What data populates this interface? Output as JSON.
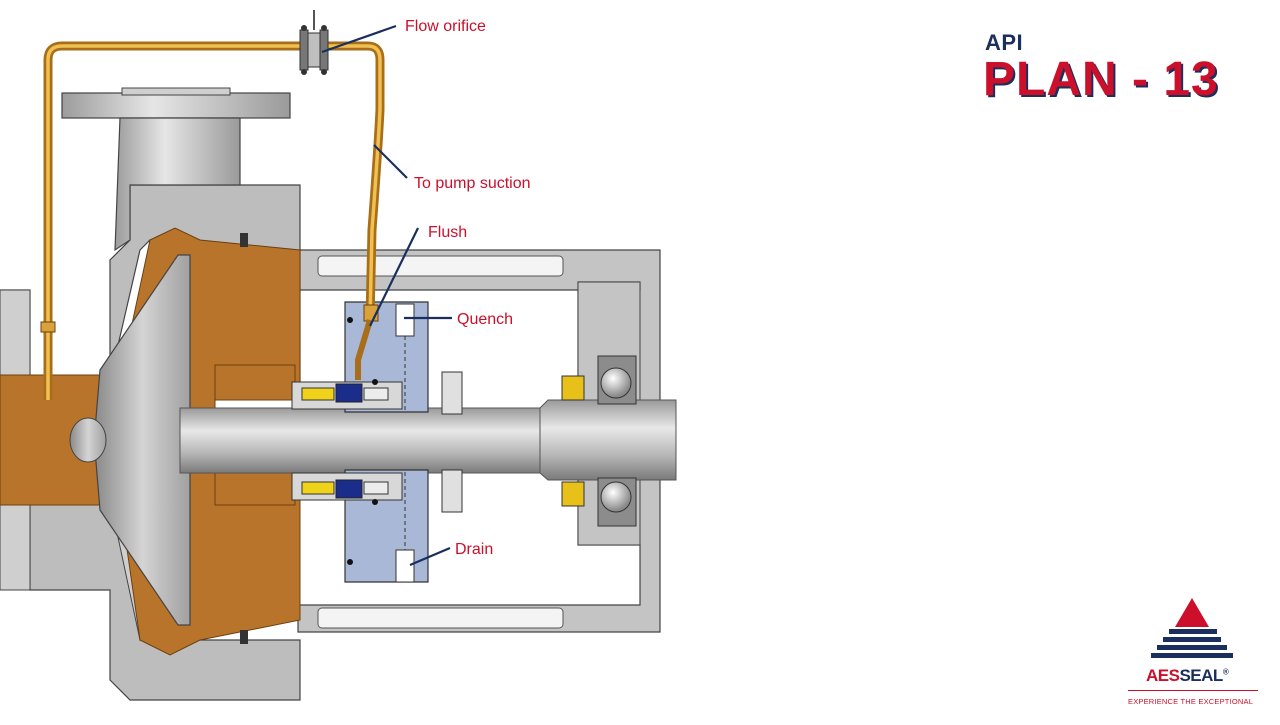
{
  "title": {
    "prefix": "API",
    "main": "PLAN - 13"
  },
  "callouts": {
    "flow_orifice": "Flow orifice",
    "to_pump_suction": "To pump suction",
    "flush": "Flush",
    "quench": "Quench",
    "drain": "Drain"
  },
  "logo": {
    "word_part1": "AES",
    "word_part2": "SEAL",
    "registered": "®",
    "tagline": "EXPERIENCE THE EXCEPTIONAL"
  },
  "colors": {
    "label_red": "#cc0f2a",
    "leader_navy": "#1a2f5e",
    "casing_grey": "#b8b8b8",
    "process_fluid": "#b86f1a",
    "flush_pipe": "#d9a23a",
    "seal_blue": "#a8b8d6"
  }
}
